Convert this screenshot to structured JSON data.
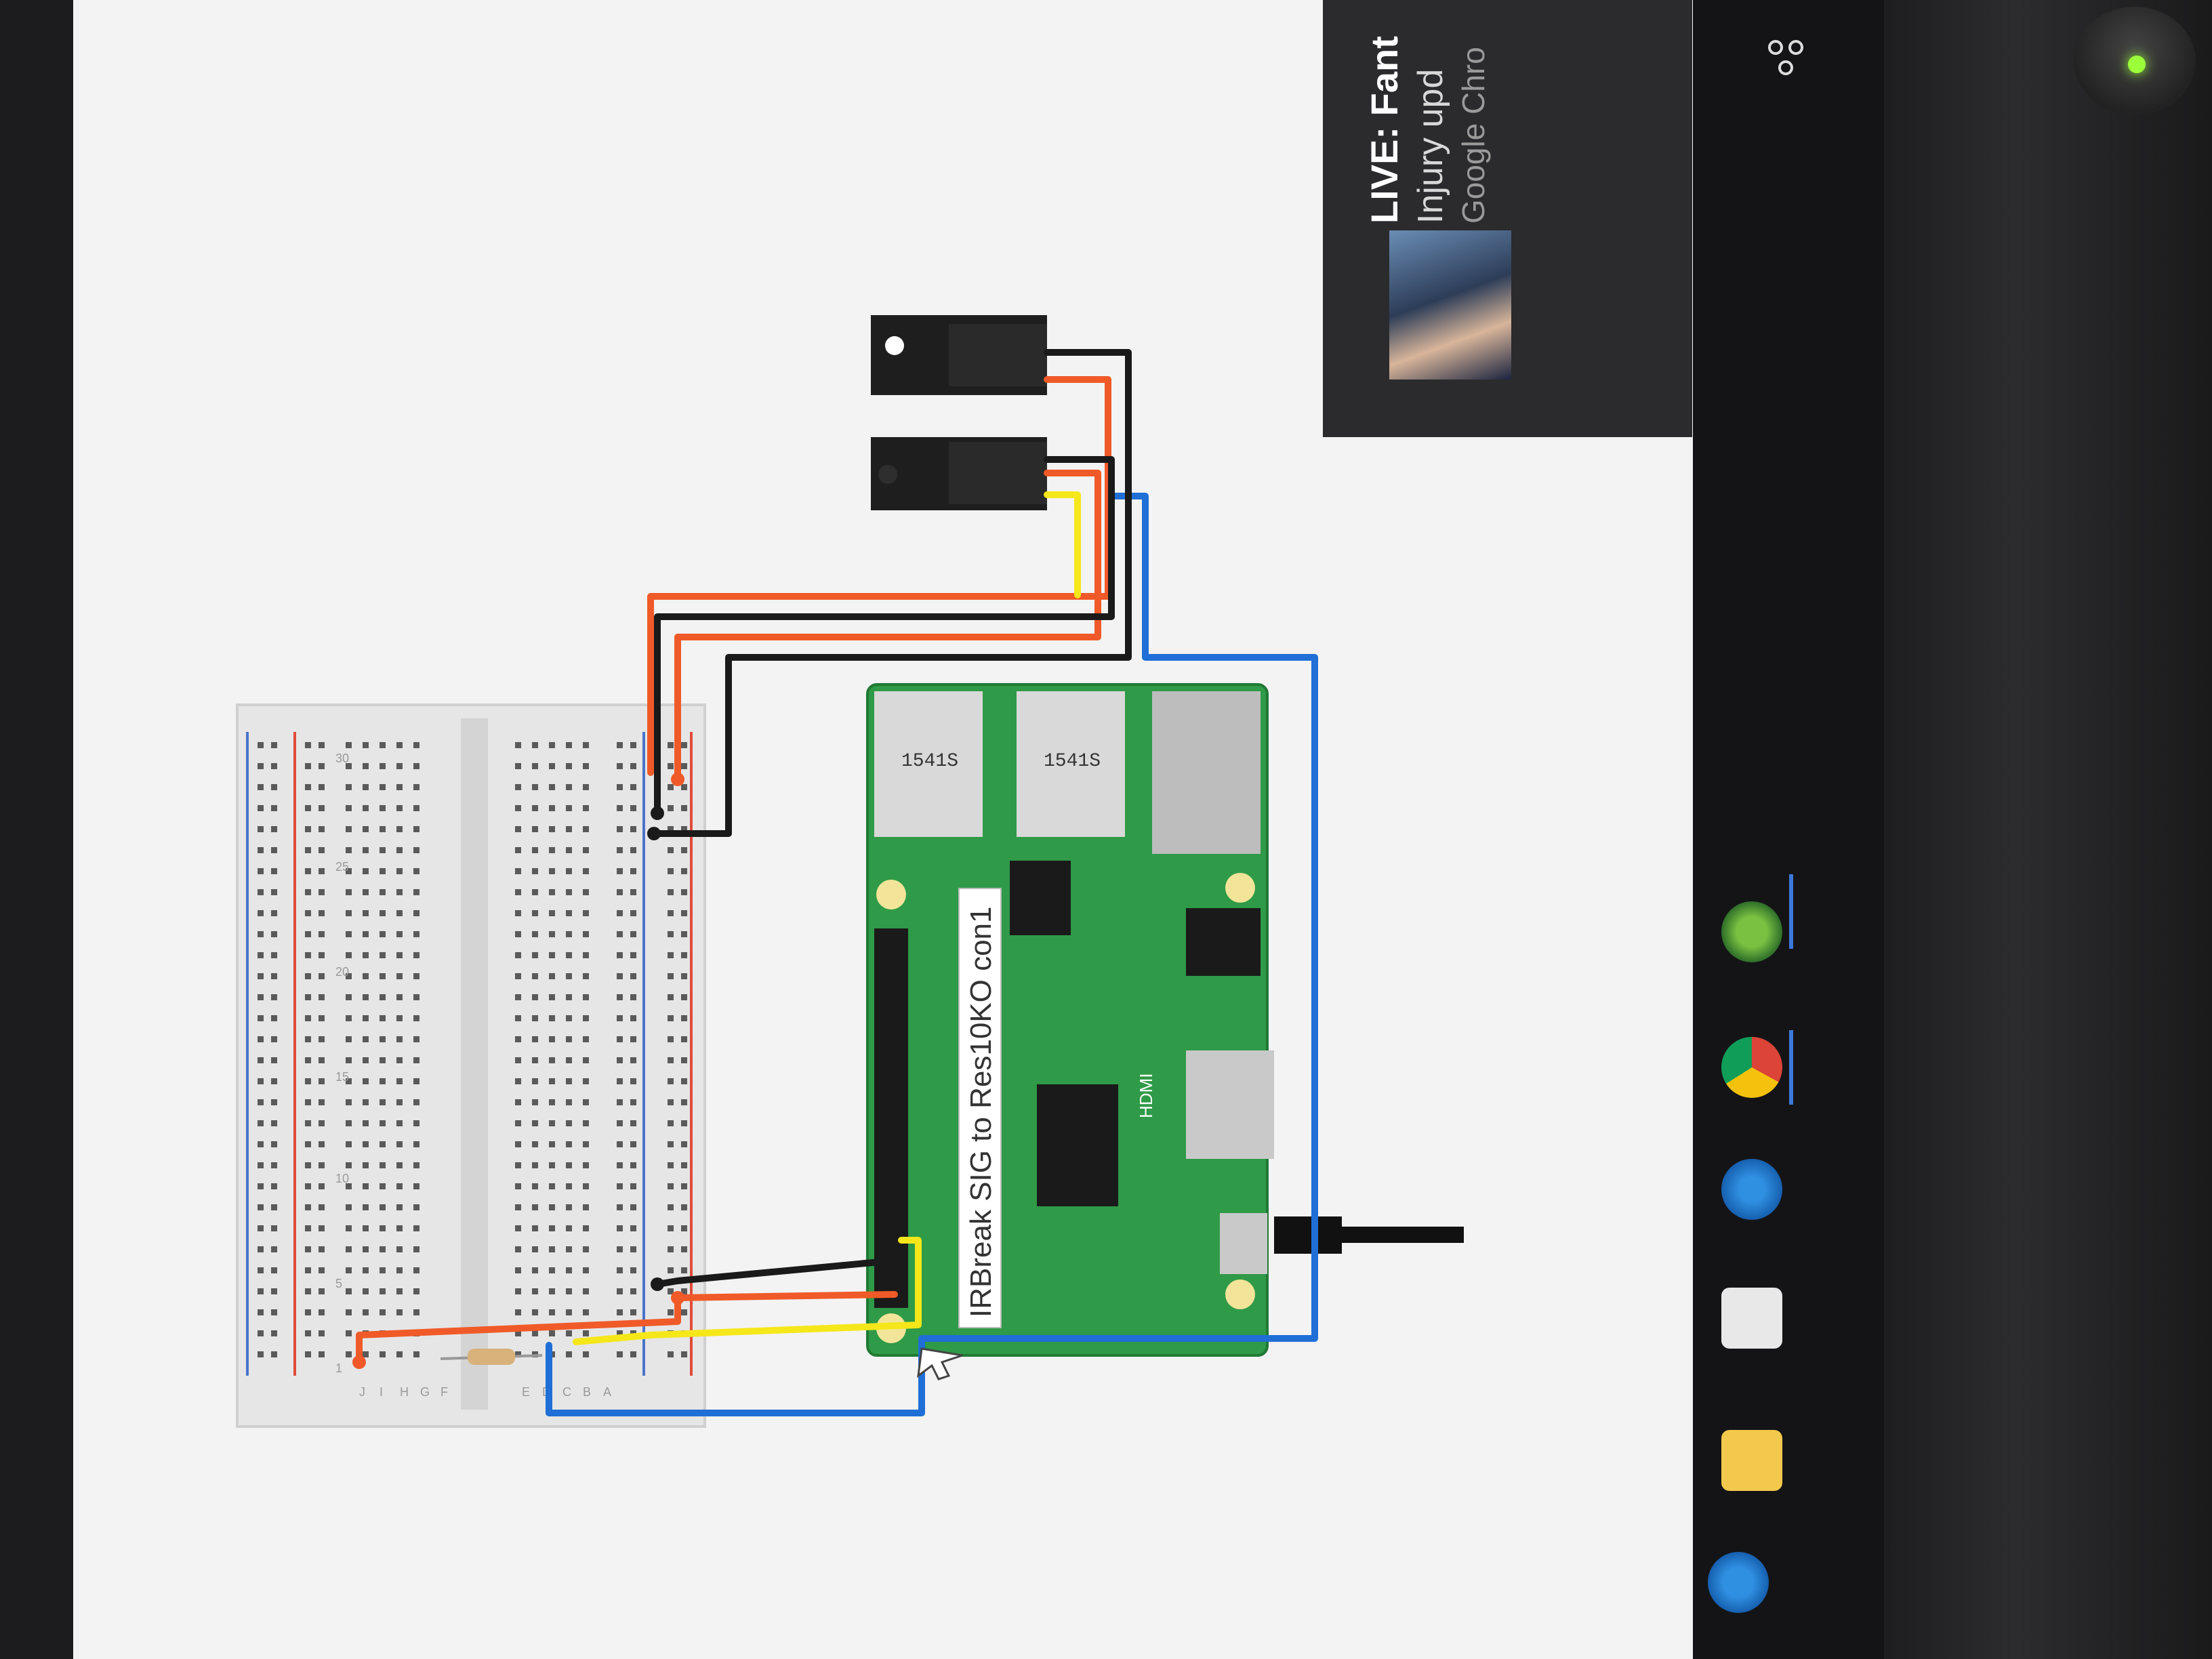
{
  "notification": {
    "title": "LIVE: Fant",
    "body": "Injury upd",
    "source": "Google Chro"
  },
  "diagram": {
    "wire_label": "IRBreak SIG to Res10KO con1",
    "usb_chip_label": "1541S",
    "hdmi_label": "HDMI",
    "breadboard_row_numbers": [
      "1",
      "5",
      "10",
      "15",
      "20",
      "25",
      "30"
    ],
    "breadboard_column_letters": [
      "A",
      "B",
      "C",
      "D",
      "E",
      "F",
      "G",
      "H",
      "I",
      "J"
    ]
  },
  "taskbar": {
    "icons": [
      "share-icon",
      "pinpoint-icon",
      "chrome-icon",
      "internet-explorer-icon",
      "store-icon",
      "file-explorer-icon",
      "edge-icon"
    ]
  },
  "colors": {
    "wire_red": "#f05a28",
    "wire_black": "#1a1a1a",
    "wire_yellow": "#f5e71a",
    "wire_blue": "#1f6fd6",
    "pcb_green": "#2f9a47",
    "breadboard": "#e6e6e6",
    "notification_bg": "#2b2b2d"
  }
}
